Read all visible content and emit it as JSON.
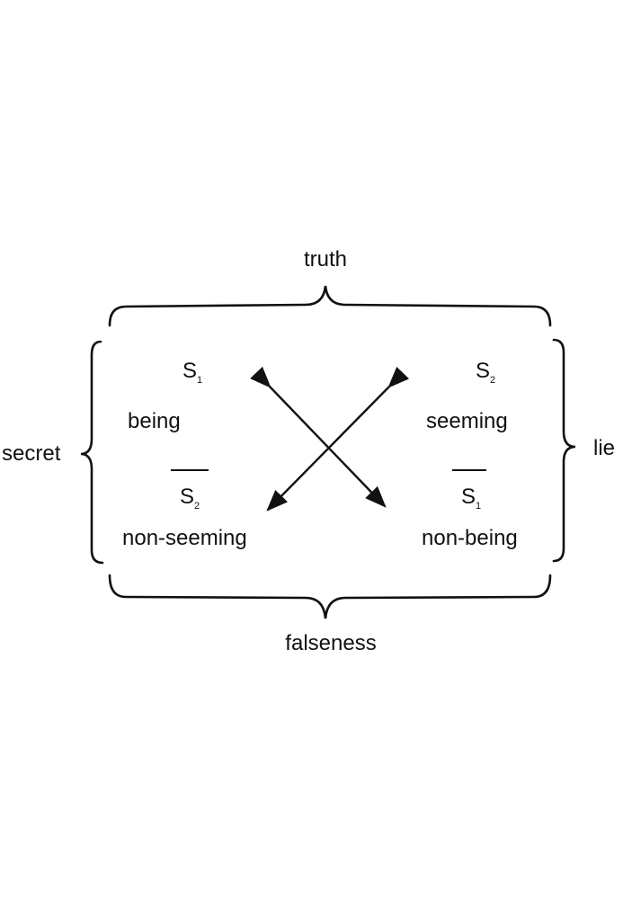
{
  "labels": {
    "top": "truth",
    "bottom": "falseness",
    "left": "secret",
    "right": "lie"
  },
  "terms": {
    "top_left": {
      "symbol": "S",
      "sub": "1",
      "label": "being"
    },
    "top_right": {
      "symbol": "S",
      "sub": "2",
      "label": "seeming"
    },
    "bottom_left": {
      "symbol": "S",
      "sub": "2",
      "label": "non-seeming"
    },
    "bottom_right": {
      "symbol": "S",
      "sub": "1",
      "label": "non-being"
    }
  }
}
